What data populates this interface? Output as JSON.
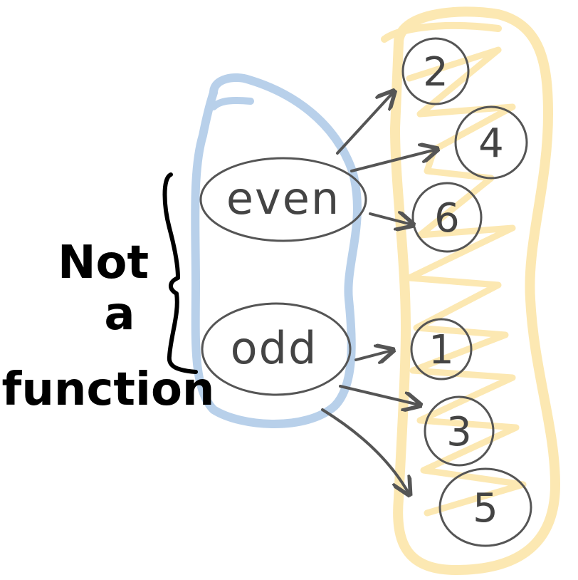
{
  "domain": {
    "elements": [
      "even",
      "odd"
    ],
    "outline_color": "#b8d0ea"
  },
  "codomain": {
    "elements": [
      "2",
      "4",
      "6",
      "1",
      "3",
      "5"
    ],
    "outline_color": "#fce8b2"
  },
  "mappings": [
    {
      "from": "even",
      "to": "2"
    },
    {
      "from": "even",
      "to": "4"
    },
    {
      "from": "even",
      "to": "6"
    },
    {
      "from": "odd",
      "to": "1"
    },
    {
      "from": "odd",
      "to": "3"
    },
    {
      "from": "odd",
      "to": "5"
    }
  ],
  "annotation": {
    "line1": "Not",
    "line2": "a",
    "line3": "function"
  },
  "colors": {
    "ink": "#555555",
    "annotation": "#000000"
  }
}
